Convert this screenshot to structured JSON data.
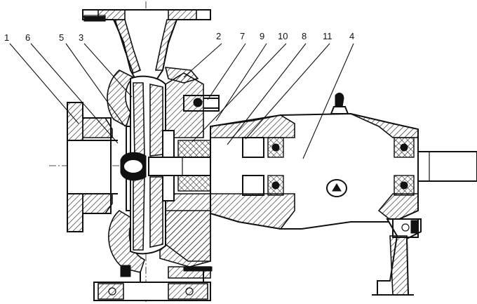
{
  "callouts": [
    {
      "id": "1",
      "text": "1"
    },
    {
      "id": "6",
      "text": "6"
    },
    {
      "id": "5",
      "text": "5"
    },
    {
      "id": "3",
      "text": "3"
    },
    {
      "id": "2",
      "text": "2"
    },
    {
      "id": "7",
      "text": "7"
    },
    {
      "id": "9",
      "text": "9"
    },
    {
      "id": "10",
      "text": "10"
    },
    {
      "id": "8",
      "text": "8"
    },
    {
      "id": "11",
      "text": "11"
    },
    {
      "id": "4",
      "text": "4"
    }
  ],
  "colors": {
    "ink": "#111111",
    "paper": "#ffffff"
  }
}
